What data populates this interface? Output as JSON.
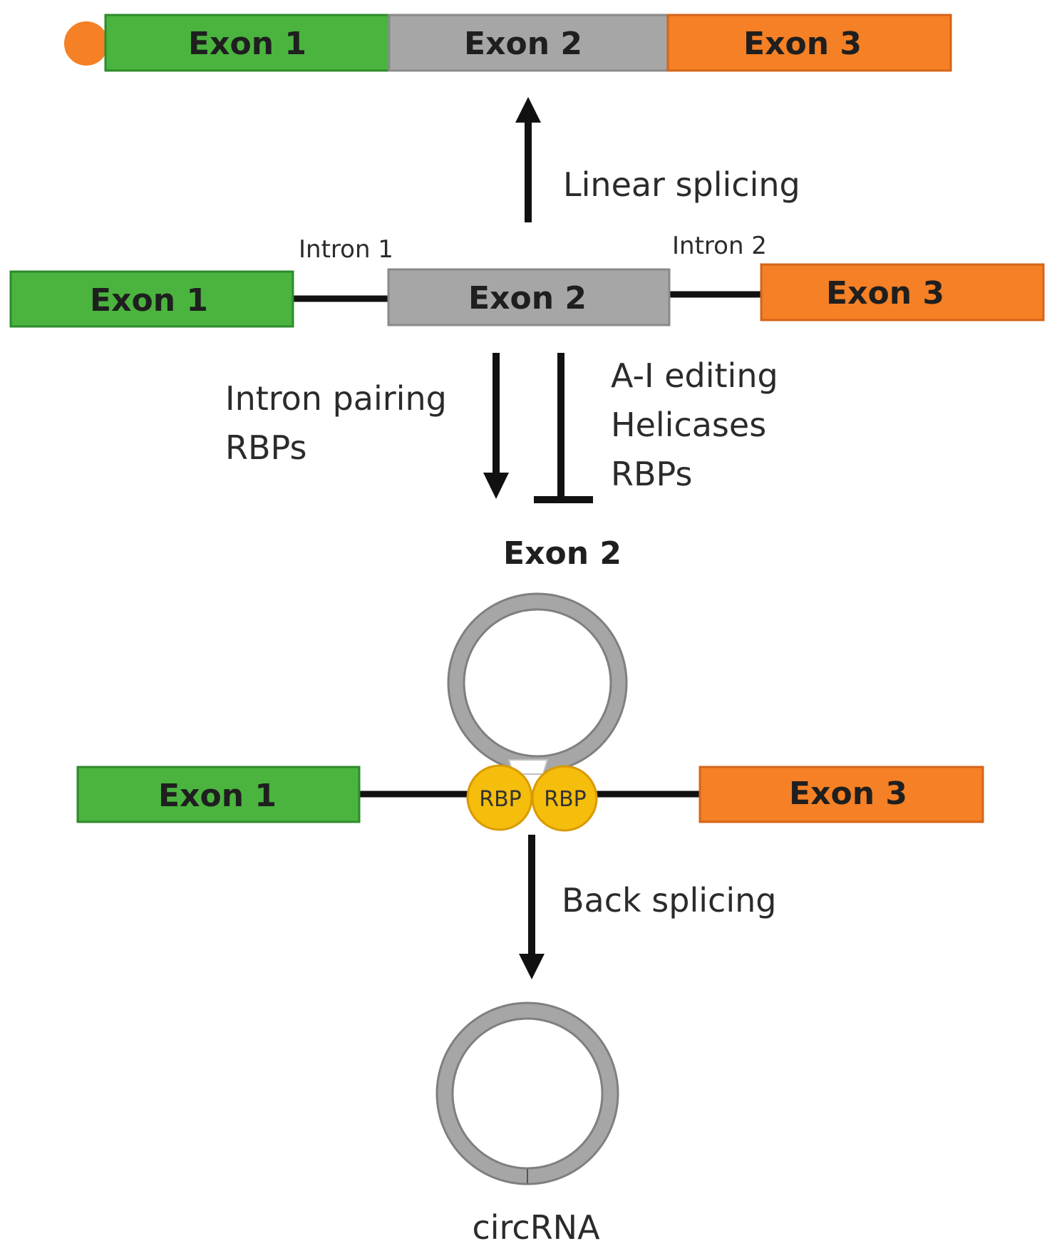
{
  "colors": {
    "exon1": "#4bb43f",
    "exon1_border": "#2e8b2b",
    "exon2": "#a6a6a6",
    "exon2_border": "#8a8a8a",
    "exon3": "#f58025",
    "exon3_border": "#d4651a",
    "cap": "#f58025",
    "rbp": "#f5bd0c",
    "rbp_border": "#d99a00",
    "ring": "#a6a6a6",
    "ring_border": "#7f7f7f",
    "arrow": "#111111"
  },
  "mature_mrna": {
    "exon1": "Exon 1",
    "exon2": "Exon 2",
    "exon3": "Exon 3"
  },
  "linear_splicing_label": "Linear splicing",
  "pre_mrna": {
    "exon1": "Exon 1",
    "intron1": "Intron 1",
    "exon2": "Exon 2",
    "intron2": "Intron 2",
    "exon3": "Exon 3"
  },
  "promoting_factors": [
    "Intron pairing",
    "RBPs"
  ],
  "inhibiting_factors": [
    "A-I editing",
    "Helicases",
    "RBPs"
  ],
  "lariat": {
    "exon2_label": "Exon 2",
    "exon1": "Exon 1",
    "exon3": "Exon 3",
    "rbp_left": "RBP",
    "rbp_right": "RBP"
  },
  "back_splicing_label": "Back splicing",
  "circrna_label": "circRNA"
}
